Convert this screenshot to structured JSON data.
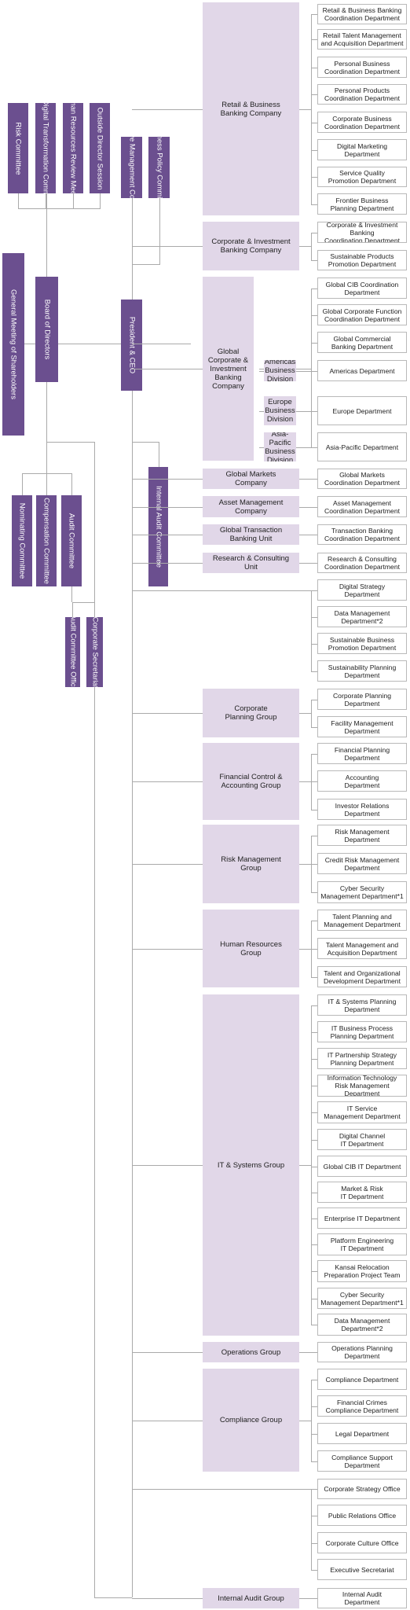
{
  "title": "",
  "governance": {
    "shareholders": "General Meeting of Shareholders",
    "board": "Board of Directors",
    "risk_committee": "Risk Committee",
    "it_dx_committee": "IT / Digital Transformation Committee",
    "hr_review": "Human Resources Review Meeting",
    "outside_director": "Outside Director Session",
    "nominating": "Nominating Committee",
    "compensation": "Compensation Committee",
    "audit_committee": "Audit Committee",
    "audit_committee_office": "Audit Committee Office",
    "corporate_secretariat": "Corporate Secretariat",
    "exec_mgmt_committee": "Executive Management Committee",
    "business_policy": "Business Policy Committees",
    "president": "President & CEO",
    "internal_audit_committee": "Internal Audit Committee"
  },
  "units": [
    {
      "name": "Retail & Business\nBanking Company",
      "depts": [
        "Retail & Business Banking\nCoordination Department",
        "Retail Talent Management\nand Acquisition Department",
        "Personal Business\nCoordination Department",
        "Personal Products\nCoordination Department",
        "Corporate Business\nCoordination Department",
        "Digital Marketing\nDepartment",
        "Service Quality\nPromotion Department",
        "Frontier Business\nPlanning Department"
      ]
    },
    {
      "name": "Corporate & Investment\nBanking Company",
      "depts": [
        "Corporate & Investment Banking\nCoordination Department",
        "Sustainable Products\nPromotion Department"
      ]
    },
    {
      "name": "Global\nCorporate &\nInvestment\nBanking\nCompany",
      "depts": [
        "Global CIB Coordination\nDepartment",
        "Global Corporate Function\nCoordination Department",
        "Global Commercial\nBanking Department"
      ],
      "divisions": [
        {
          "name": "Americas\nBusiness\nDivision",
          "dept": "Americas Department"
        },
        {
          "name": "Europe\nBusiness\nDivision",
          "dept": "Europe Department"
        },
        {
          "name": "Asia-Pacific\nBusiness\nDivision",
          "dept": "Asia-Pacific Department"
        }
      ]
    },
    {
      "name": "Global Markets\nCompany",
      "depts": [
        "Global Markets\nCoordination Department"
      ]
    },
    {
      "name": "Asset Management\nCompany",
      "depts": [
        "Asset Management\nCoordination Department"
      ]
    },
    {
      "name": "Global Transaction\nBanking Unit",
      "depts": [
        "Transaction Banking\nCoordination Department"
      ]
    },
    {
      "name": "Research & Consulting\nUnit",
      "depts": [
        "Research & Consulting\nCoordination Department"
      ]
    },
    {
      "name": "",
      "depts": [
        "Digital Strategy\nDepartment",
        "Data Management\nDepartment*2",
        "Sustainable Business\nPromotion Department",
        "Sustainability Planning\nDepartment"
      ]
    },
    {
      "name": "Corporate\nPlanning Group",
      "depts": [
        "Corporate Planning\nDepartment",
        "Facility Management\nDepartment"
      ]
    },
    {
      "name": "Financial Control &\nAccounting Group",
      "depts": [
        "Financial Planning\nDepartment",
        "Accounting\nDepartment",
        "Investor Relations\nDepartment"
      ]
    },
    {
      "name": "Risk Management\nGroup",
      "depts": [
        "Risk Management\nDepartment",
        "Credit Risk Management\nDepartment",
        "Cyber Security\nManagement Department*1"
      ]
    },
    {
      "name": "Human Resources\nGroup",
      "depts": [
        "Talent Planning and\nManagement Department",
        "Talent Management and\nAcquisition Department",
        "Talent and Organizational\nDevelopment Department"
      ]
    },
    {
      "name": "IT & Systems Group",
      "depts": [
        "IT & Systems Planning\nDepartment",
        "IT Business Process\nPlanning Department",
        "IT Partnership Strategy\nPlanning Department",
        "Information Technology\nRisk Management Department",
        "IT Service\nManagement Department",
        "Digital Channel\nIT Department",
        "Global CIB IT Department",
        "Market & Risk\nIT Department",
        "Enterprise IT Department",
        "Platform Engineering\nIT Department",
        "Kansai Relocation\nPreparation Project Team",
        "Cyber Security\nManagement Department*1",
        "Data Management\nDepartment*2"
      ]
    },
    {
      "name": "Operations Group",
      "depts": [
        "Operations Planning\nDepartment"
      ]
    },
    {
      "name": "Compliance Group",
      "depts": [
        "Compliance Department",
        "Financial Crimes\nCompliance Department",
        "Legal Department",
        "Compliance Support\nDepartment"
      ]
    },
    {
      "name": "",
      "depts": [
        "Corporate Strategy Office",
        "Public Relations Office",
        "Corporate Culture Office",
        "Executive Secretariat"
      ]
    },
    {
      "name": "Internal Audit Group",
      "depts": [
        "Internal Audit\nDepartment"
      ]
    }
  ],
  "colors": {
    "governance": "#6b4f8f",
    "group": "#e1d7e8",
    "line": "#aaaaaa",
    "dept_border": "#b9b9b9"
  }
}
